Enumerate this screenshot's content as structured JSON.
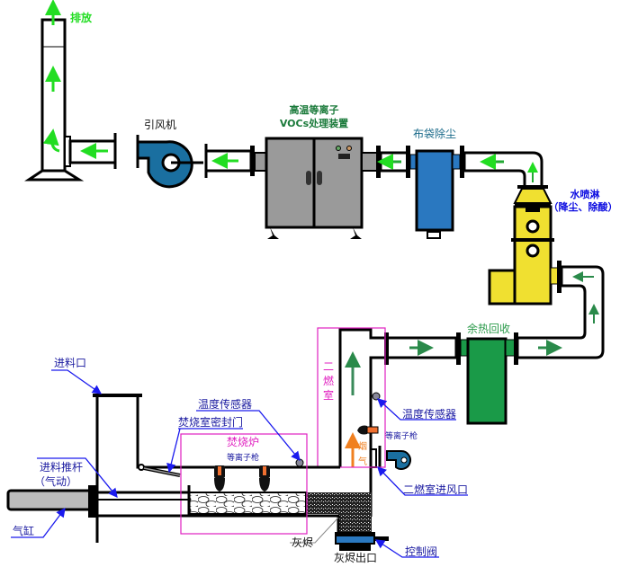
{
  "labels": {
    "exhaust": "排放",
    "induced_fan": "引风机",
    "voc_device_line1": "高温等离子",
    "voc_device_line2": "VOCs处理装置",
    "bag_filter": "布袋除尘",
    "scrubber_line1": "水喷淋",
    "scrubber_line2": "（降尘、除酸）",
    "heat_recovery": "余热回收",
    "secondary_chamber": [
      "二",
      "燃",
      "室"
    ],
    "temp_sensor_right": "温度传感器",
    "plasma_torch_right": "等离子枪",
    "flue_gas": [
      "烟",
      "气"
    ],
    "secondary_air_inlet": "二燃室进风口",
    "control_valve": "控制阀",
    "ash_outlet": "灰烬出口",
    "ash": "灰烬",
    "feed_inlet": "进料口",
    "temp_sensor_left": "温度传感器",
    "seal_door": "焚烧室密封门",
    "incinerator": "焚烧炉",
    "plasma_torch_left": "等离子枪",
    "feed_pusher_line1": "进料推杆",
    "feed_pusher_line2": "（气动）",
    "cylinder": "气缸"
  },
  "colors": {
    "fan": "#1a6fa0",
    "voc_device": "#9a9a9a",
    "bag_filter": "#2a78c0",
    "scrubber": "#f0e030",
    "heat_recovery": "#1a9a48",
    "flow_arrow": "#22dd22",
    "highlight_box": "#e020c0",
    "torch": "#f07030"
  }
}
